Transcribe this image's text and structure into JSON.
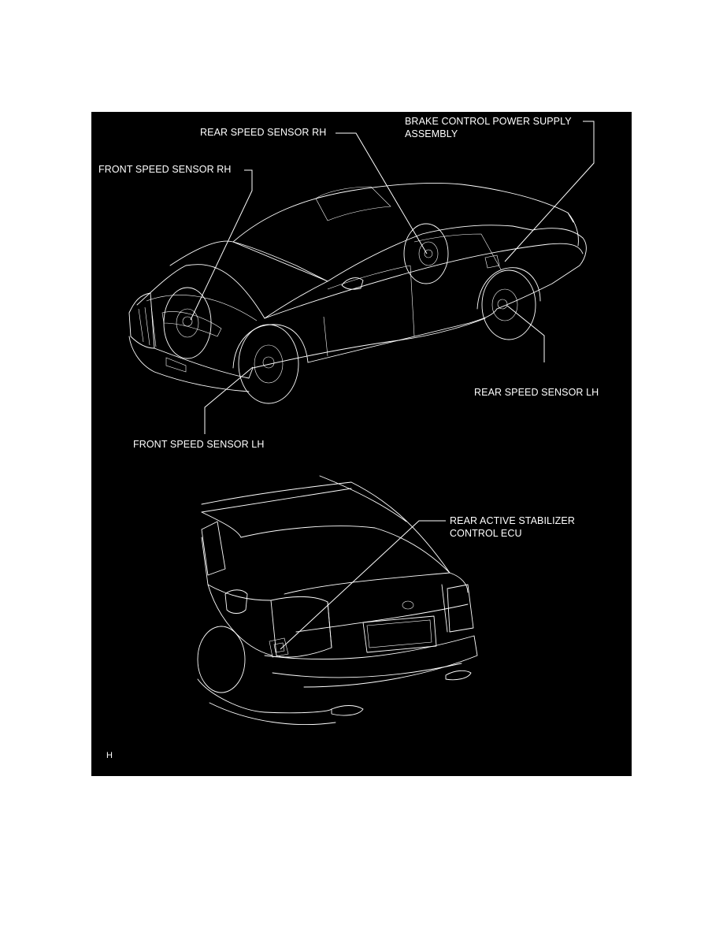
{
  "figure": {
    "labels": {
      "rear_speed_sensor_rh": "REAR SPEED SENSOR RH",
      "brake_control_line1": "BRAKE CONTROL POWER SUPPLY",
      "brake_control_line2": "ASSEMBLY",
      "front_speed_sensor_rh": "FRONT SPEED SENSOR RH",
      "rear_speed_sensor_lh": "REAR SPEED SENSOR LH",
      "front_speed_sensor_lh": "FRONT SPEED SENSOR LH",
      "rear_active_stabilizer_line1": "REAR ACTIVE STABILIZER",
      "rear_active_stabilizer_line2": "CONTROL ECU"
    },
    "corner_code": "H",
    "colors": {
      "background": "#000000",
      "line": "#ffffff",
      "page": "#ffffff"
    }
  }
}
